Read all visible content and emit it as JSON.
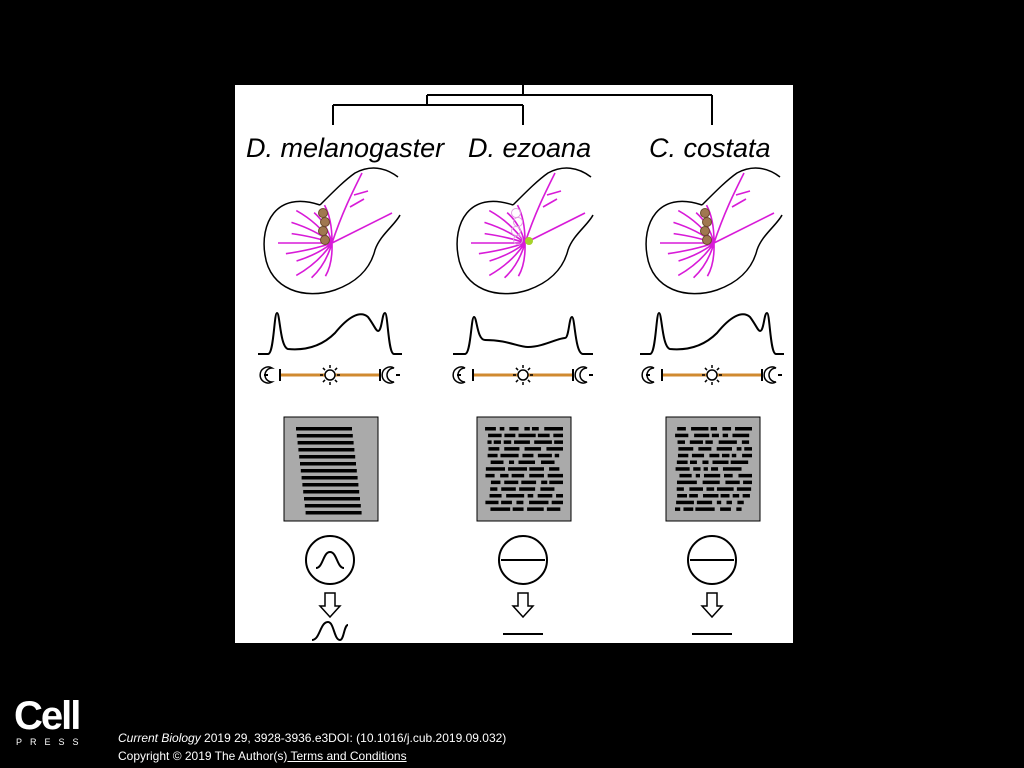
{
  "figure": {
    "species": [
      {
        "name": "D. melanogaster",
        "signal": "sine"
      },
      {
        "name": "D. ezoana",
        "signal": "flat"
      },
      {
        "name": "C. costata",
        "signal": "flat"
      }
    ],
    "colors": {
      "neurons": "#d81bd8",
      "cells_brown": "#a07850",
      "cells_green": "#a6d22a",
      "cells_pink_outline": "#e0a0e0",
      "axis": "#d08a30",
      "panel_gray": "#aaaaaa"
    }
  },
  "footer": {
    "logo": "Cell",
    "logo_sub": "PRESS",
    "journal": "Current Biology",
    "citation_rest": " 2019 29, 3928-3936.e3DOI: (10.1016/j.cub.2019.09.032)",
    "copyright": "Copyright © 2019 The Author(s)",
    "terms_link": " Terms and Conditions"
  }
}
